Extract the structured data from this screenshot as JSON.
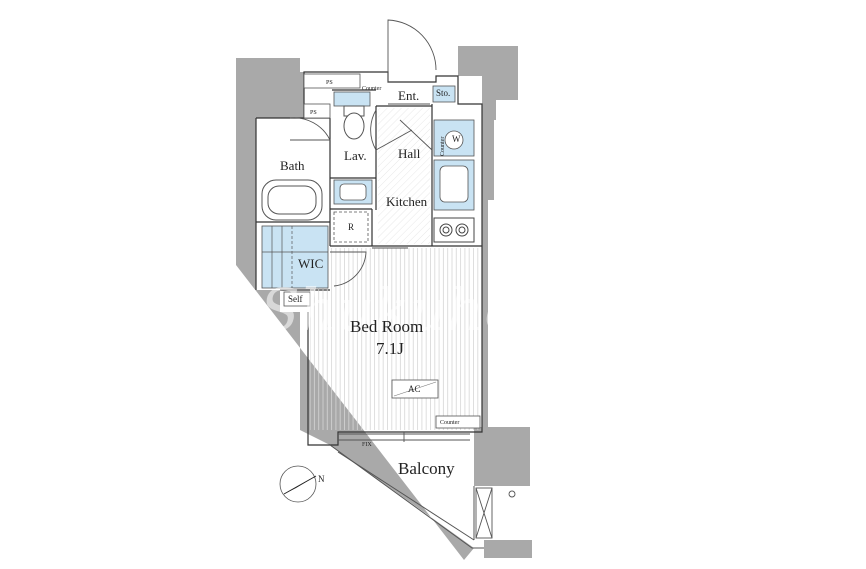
{
  "rooms": {
    "bed_room": "Bed Room",
    "bed_room_size": "7.1J",
    "balcony": "Balcony",
    "kitchen": "Kitchen",
    "hall": "Hall",
    "lav": "Lav.",
    "bath": "Bath",
    "wic": "WIC",
    "entrance": "Ent.",
    "storage": "Sto.",
    "washer": "W",
    "refrigerator": "R",
    "shelf": "Self"
  },
  "fixtures": {
    "ac": "AC",
    "ps_upper": "PS",
    "ps_lower": "PS",
    "counter_lav": "Counter",
    "counter_kitchen": "Counter",
    "counter_bed": "Counter",
    "fix_window": "FIX"
  },
  "watermark": "Shukuhe",
  "colors": {
    "wall": "#a9a9a9",
    "fixture_blue": "#c9e3f3",
    "line": "#333333",
    "floor_line": "#d3d3d3"
  }
}
